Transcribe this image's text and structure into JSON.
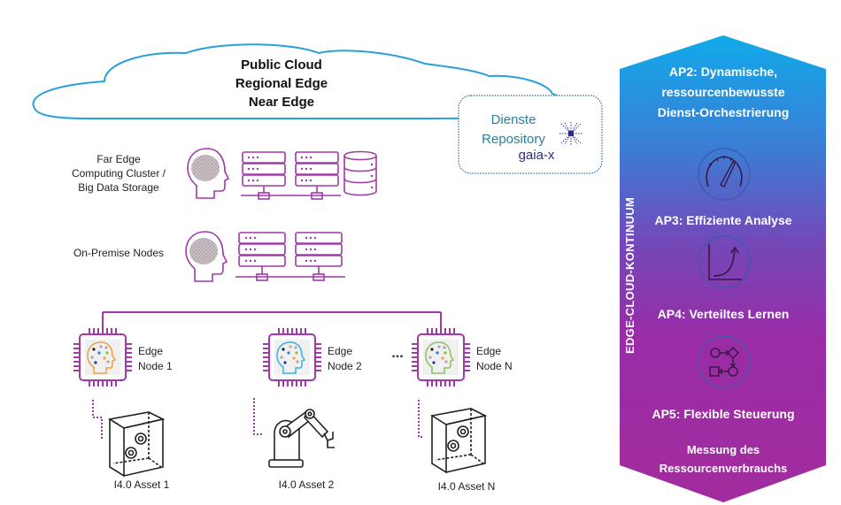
{
  "cloud": {
    "lines": [
      "Public Cloud",
      "Regional Edge",
      "Near Edge"
    ]
  },
  "repository": {
    "lines": [
      "Dienste",
      "Repository"
    ],
    "brand": "gaia-x"
  },
  "tiers": {
    "far_edge": {
      "lines": [
        "Far Edge",
        "Computing Cluster /",
        "Big Data Storage"
      ]
    },
    "on_premise": {
      "lines": [
        "On-Premise Nodes"
      ]
    }
  },
  "edge_nodes": [
    {
      "line1": "Edge",
      "line2": "Node 1",
      "accent": "#f0a040"
    },
    {
      "line1": "Edge",
      "line2": "Node 2",
      "accent": "#3ab0e0"
    },
    {
      "line1": "Edge",
      "line2": "Node N",
      "accent": "#8cc060"
    }
  ],
  "ellipsis": "...",
  "assets": [
    {
      "label": "I4.0 Asset 1",
      "kind": "cabinet"
    },
    {
      "label": "I4.0 Asset 2",
      "kind": "robot-arm"
    },
    {
      "label": "I4.0 Asset N",
      "kind": "cabinet"
    }
  ],
  "panel": {
    "vertical_label": "EDGE-CLOUD-KONTINUUM",
    "ap2": [
      "AP2: Dynamische,",
      "ressourcenbewusste",
      "Dienst-Orchestrierung"
    ],
    "ap3": "AP3: Effiziente Analyse",
    "ap4": "AP4: Verteiltes Lernen",
    "ap5": "AP5: Flexible Steuerung",
    "measure": [
      "Messung des",
      "Ressourcenverbrauchs"
    ],
    "icons": [
      "speedometer-icon",
      "growth-chart-icon",
      "workflow-icon"
    ]
  },
  "colors": {
    "network": "#a03aa8",
    "cloud_line": "#2aa0d8",
    "panel_top": "#15a8e8",
    "panel_mid": "#7a40b8",
    "panel_bottom": "#a22c9e"
  }
}
